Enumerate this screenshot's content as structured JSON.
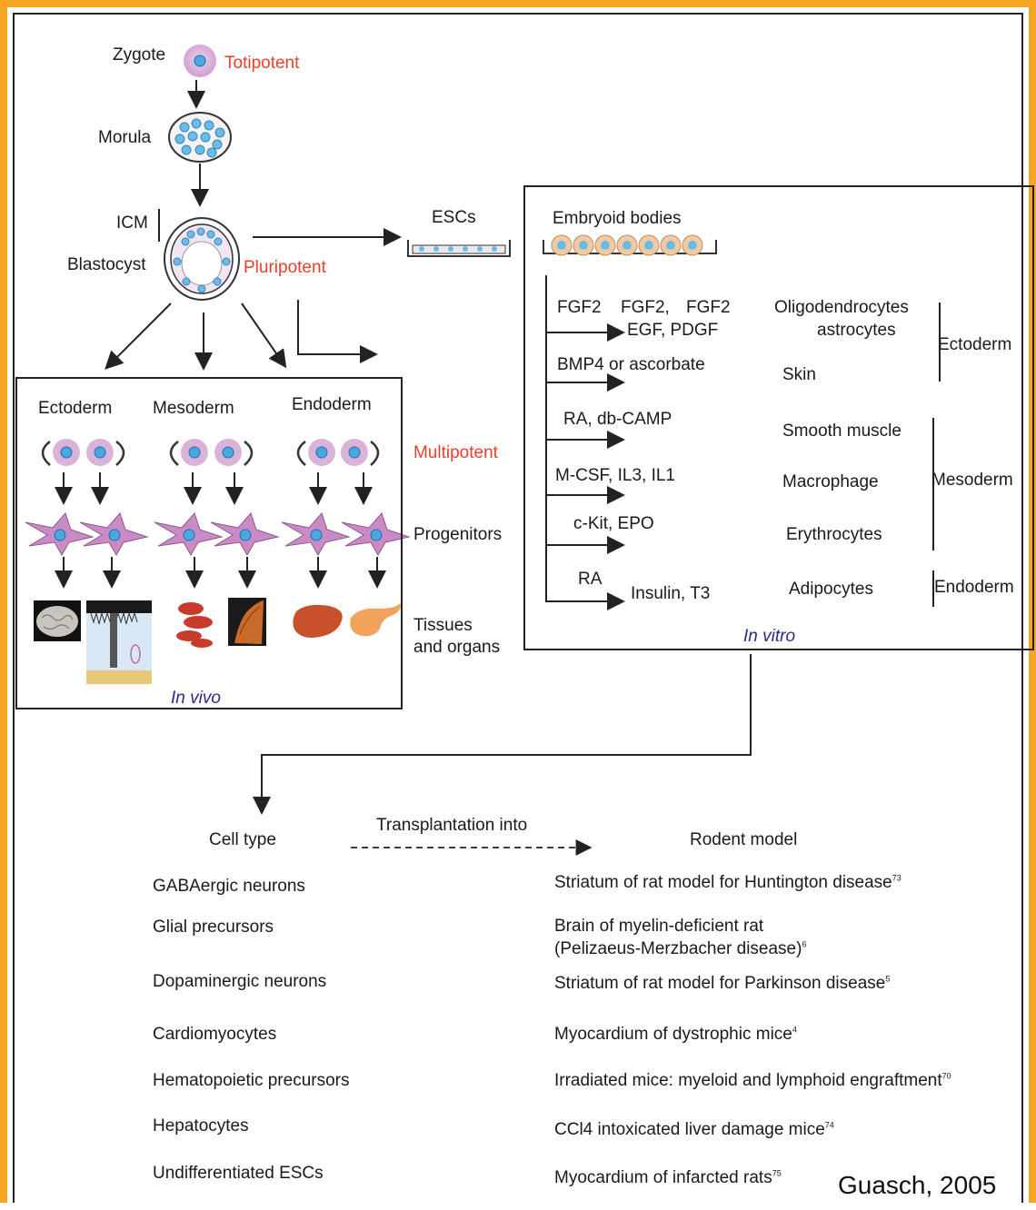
{
  "lineage": {
    "zygote": "Zygote",
    "totipotent": "Totipotent",
    "morula": "Morula",
    "icm": "ICM",
    "blastocyst": "Blastocyst",
    "pluripotent": "Pluripotent",
    "escs": "ESCs"
  },
  "in_vivo": {
    "germ_layers": [
      "Ectoderm",
      "Mesoderm",
      "Endoderm"
    ],
    "multipotent": "Multipotent",
    "progenitors": "Progenitors",
    "tissues": [
      "Tissues",
      "and organs"
    ],
    "label": "In vivo"
  },
  "in_vitro": {
    "embryoid_bodies": "Embryoid bodies",
    "factors": {
      "f1a": "FGF2",
      "f1b": "FGF2,",
      "f1c": "FGF2",
      "f1d": "EGF, PDGF",
      "f2": "BMP4 or ascorbate",
      "f3": "RA, db-CAMP",
      "f4": "M-CSF, IL3, IL1",
      "f5": "c-Kit, EPO",
      "f6a": "RA",
      "f6b": "Insulin, T3"
    },
    "outcomes": {
      "o1": "Oligodendrocytes",
      "o1b": "astrocytes",
      "o2": "Skin",
      "o3": "Smooth muscle",
      "o4": "Macrophage",
      "o5": "Erythrocytes",
      "o6": "Adipocytes"
    },
    "layers": {
      "ectoderm": "Ectoderm",
      "mesoderm": "Mesoderm",
      "endoderm": "Endoderm"
    },
    "label": "In vitro"
  },
  "transplant": {
    "cell_type_header": "Cell type",
    "arrow_label": "Transplantation into",
    "model_header": "Rodent model",
    "cells": [
      "GABAergic neurons",
      "Glial precursors",
      "Dopaminergic neurons",
      "Cardiomyocytes",
      "Hematopoietic precursors",
      "Hepatocytes",
      "Undifferentiated ESCs"
    ],
    "models": [
      {
        "text": "Striatum of rat model for Huntington disease",
        "ref": "73"
      },
      {
        "text": "Brain of myelin-deficient rat",
        "text2": "(Pelizaeus-Merzbacher disease)",
        "ref": "6"
      },
      {
        "text": "Striatum of rat model for Parkinson disease",
        "ref": "5"
      },
      {
        "text": "Myocardium of dystrophic mice",
        "ref": "4"
      },
      {
        "text": "Irradiated mice: myeloid and lymphoid engraftment",
        "ref": "70"
      },
      {
        "text": "CCl4 intoxicated liver damage mice",
        "ref": "74"
      },
      {
        "text": "Myocardium of infarcted rats",
        "ref": "75"
      }
    ]
  },
  "credit": "Guasch, 2005",
  "colors": {
    "frame": "#f5a623",
    "cell_fill": "#d9b4d8",
    "nucleus": "#4aa8e0",
    "progenitor": "#c98bc6",
    "potency_label": "#e8402c",
    "italic_label": "#2a2a8a"
  }
}
